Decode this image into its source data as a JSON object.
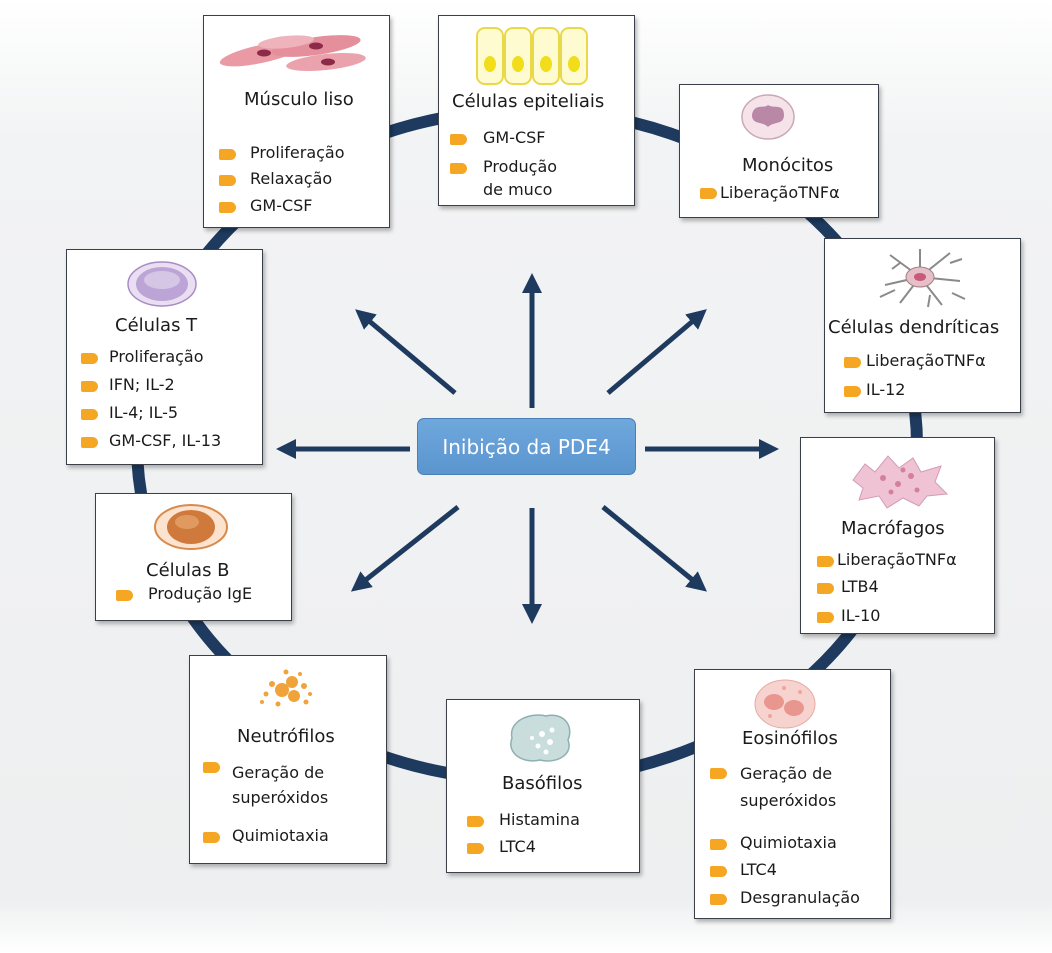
{
  "center": {
    "label": "Inibição da PDE4"
  },
  "colors": {
    "ring": "#1e3a5f",
    "arrow": "#1e3a5f",
    "bullet": "#f5a623",
    "center_fill": "#6fa8dc"
  },
  "cells": {
    "musculo": {
      "title": "Músculo liso",
      "items": [
        "Proliferação",
        "Relaxação",
        "GM-CSF"
      ]
    },
    "epiteliais": {
      "title": "Células epiteliais",
      "items": [
        "GM-CSF",
        "Produção",
        "de muco"
      ]
    },
    "monocitos": {
      "title": "Monócitos",
      "items": [
        "LiberaçãoTNFα"
      ]
    },
    "dendriticas": {
      "title": "Células dendríticas",
      "items": [
        "LiberaçãoTNFα",
        "IL-12"
      ]
    },
    "macrofagos": {
      "title": "Macrófagos",
      "items": [
        "LiberaçãoTNFα",
        "LTB4",
        "IL-10"
      ]
    },
    "eosinofilos": {
      "title": "Eosinófilos",
      "items": [
        "Geração de",
        "superóxidos",
        "Quimiotaxia",
        "LTC4",
        "Desgranulação"
      ]
    },
    "basofilos": {
      "title": "Basófilos",
      "items": [
        "Histamina",
        "LTC4"
      ]
    },
    "neutrofilos": {
      "title": "Neutrófilos",
      "items": [
        "Geração de",
        "superóxidos",
        "Quimiotaxia"
      ]
    },
    "celulasB": {
      "title": "Células B",
      "items": [
        "Produção IgE"
      ]
    },
    "celulasT": {
      "title": "Células T",
      "items": [
        "Proliferação",
        "IFN; IL-2",
        "IL-4; IL-5",
        "GM-CSF, IL-13"
      ]
    }
  }
}
